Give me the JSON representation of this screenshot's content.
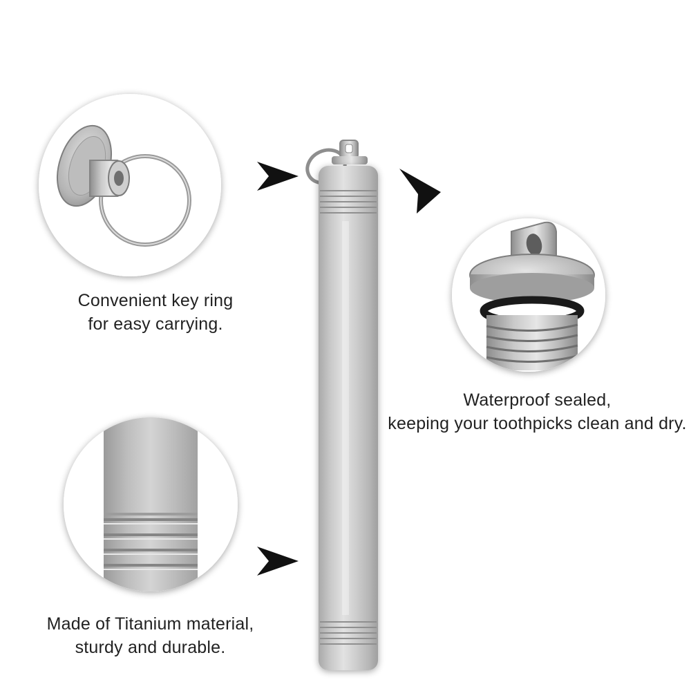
{
  "captions": {
    "key_ring": {
      "line1": "Convenient key ring",
      "line2": "for easy carrying."
    },
    "waterproof": {
      "line1": "Waterproof sealed,",
      "line2": "keeping your toothpicks clean and dry."
    },
    "titanium": {
      "line1": "Made of Titanium material,",
      "line2": "sturdy and durable."
    }
  },
  "colors": {
    "background": "#ffffff",
    "text": "#222222",
    "arrow": "#111111",
    "metal": "#c4c4c4",
    "o_ring": "#1a1a1a"
  },
  "icons": [
    "arrow-pointer-icon"
  ]
}
